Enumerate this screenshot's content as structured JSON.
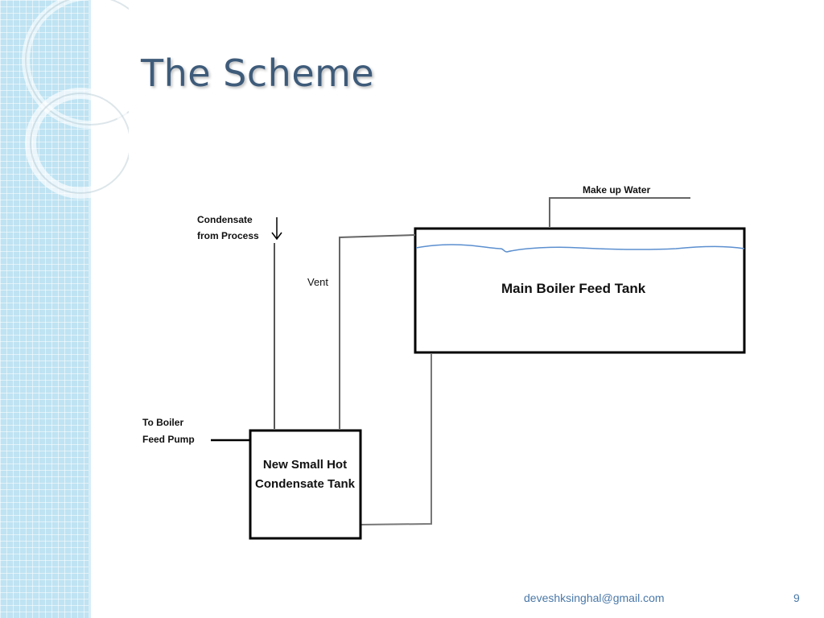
{
  "slide": {
    "title": "The Scheme",
    "footer_email": "deveshksinghal@gmail.com",
    "page_number": "9"
  },
  "diagram": {
    "makeup_water": "Make up Water",
    "condensate_line1": "Condensate",
    "condensate_line2": "from Process",
    "vent": "Vent",
    "main_tank": "Main Boiler Feed Tank",
    "pump_line1": "To Boiler",
    "pump_line2": "Feed Pump",
    "small_tank": "New Small Hot Condensate Tank"
  },
  "colors": {
    "title": "#3e5b7a",
    "side_band": "#bfe3f2",
    "water_line": "#5b8fcf",
    "footer": "#4a78a8"
  }
}
